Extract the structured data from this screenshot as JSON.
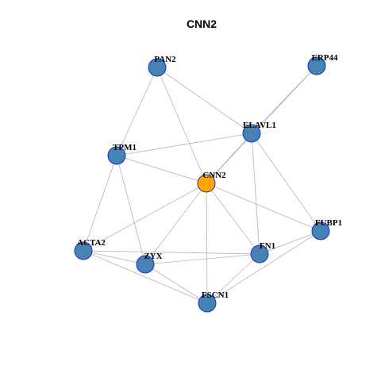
{
  "title": "CNN2",
  "colors": {
    "center_fill": "#FFA500",
    "node_fill": "#4682B4",
    "node_stroke": "#1F2FBF",
    "center_stroke": "#333399",
    "edge": "#B3B3B3"
  },
  "nodes": [
    {
      "id": "CNN2",
      "label": "CNN2",
      "center": true
    },
    {
      "id": "PAN2",
      "label": "PAN2"
    },
    {
      "id": "ERP44",
      "label": "ERP44"
    },
    {
      "id": "ELAVL1",
      "label": "ELAVL1"
    },
    {
      "id": "TPM1",
      "label": "TPM1"
    },
    {
      "id": "FUBP1",
      "label": "FUBP1"
    },
    {
      "id": "ACTA2",
      "label": "ACTA2"
    },
    {
      "id": "ZYX",
      "label": "ZYX"
    },
    {
      "id": "FN1",
      "label": "FN1"
    },
    {
      "id": "FSCN1",
      "label": "FSCN1"
    }
  ],
  "edges": [
    [
      "PAN2",
      "TPM1"
    ],
    [
      "PAN2",
      "ELAVL1"
    ],
    [
      "PAN2",
      "CNN2"
    ],
    [
      "ERP44",
      "ELAVL1"
    ],
    [
      "ERP44",
      "CNN2"
    ],
    [
      "TPM1",
      "ELAVL1"
    ],
    [
      "TPM1",
      "CNN2"
    ],
    [
      "TPM1",
      "ACTA2"
    ],
    [
      "TPM1",
      "ZYX"
    ],
    [
      "ELAVL1",
      "CNN2"
    ],
    [
      "ELAVL1",
      "FUBP1"
    ],
    [
      "ELAVL1",
      "FN1"
    ],
    [
      "CNN2",
      "FUBP1"
    ],
    [
      "CNN2",
      "ACTA2"
    ],
    [
      "CNN2",
      "ZYX"
    ],
    [
      "CNN2",
      "FN1"
    ],
    [
      "CNN2",
      "FSCN1"
    ],
    [
      "FUBP1",
      "FN1"
    ],
    [
      "FUBP1",
      "FSCN1"
    ],
    [
      "ACTA2",
      "ZYX"
    ],
    [
      "ACTA2",
      "FN1"
    ],
    [
      "ACTA2",
      "FSCN1"
    ],
    [
      "ZYX",
      "FN1"
    ],
    [
      "ZYX",
      "FSCN1"
    ],
    [
      "FN1",
      "FSCN1"
    ]
  ]
}
